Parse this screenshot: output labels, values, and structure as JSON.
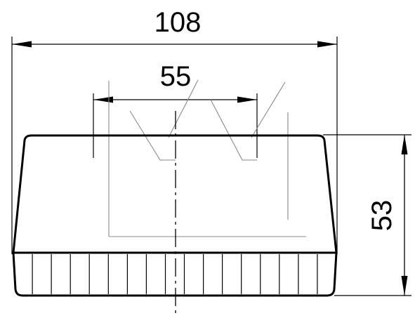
{
  "drawing": {
    "dimensions": {
      "overall_width": "108",
      "inner_spacing": "55",
      "height": "53"
    },
    "colors": {
      "outline": "#000000",
      "construction": "#888888",
      "background": "#ffffff"
    },
    "rib_count": 17
  }
}
